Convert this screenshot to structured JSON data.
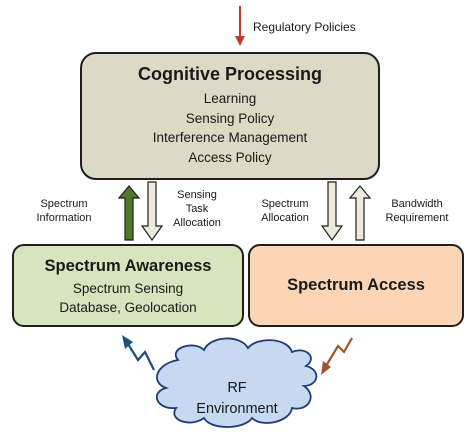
{
  "top_input": {
    "label": "Regulatory Policies"
  },
  "cognitive_processing": {
    "title": "Cognitive Processing",
    "items": [
      "Learning",
      "Sensing Policy",
      "Interference Management",
      "Access Policy"
    ]
  },
  "spectrum_awareness": {
    "title": "Spectrum Awareness",
    "items": [
      "Spectrum Sensing",
      "Database, Geolocation"
    ]
  },
  "spectrum_access": {
    "title": "Spectrum Access"
  },
  "links": {
    "spectrum_information": [
      "Spectrum",
      "Information"
    ],
    "sensing_task_allocation": [
      "Sensing",
      "Task",
      "Allocation"
    ],
    "spectrum_allocation": [
      "Spectrum",
      "Allocation"
    ],
    "bandwidth_requirement": [
      "Bandwidth",
      "Requirement"
    ]
  },
  "rf_environment": {
    "lines": [
      "RF",
      "Environment"
    ]
  },
  "colors": {
    "cognitive_fill": "#ddd9c4",
    "awareness_fill": "#d7e4bd",
    "access_fill": "#fbd5b5",
    "cloud_fill": "#c6d9f1",
    "green_arrow": "#4f7a28",
    "policy_arrow": "#c0392b",
    "lightning_blue": "#1f4e79",
    "lightning_orange": "#a0522d"
  }
}
